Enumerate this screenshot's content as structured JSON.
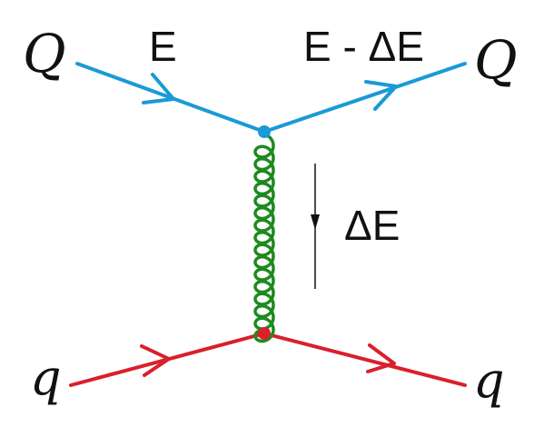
{
  "labels": {
    "incoming_heavy": "Q",
    "outgoing_heavy": "Q",
    "incoming_light": "q",
    "outgoing_light": "q",
    "initial_energy": "E",
    "final_energy": "E - ΔE",
    "transfer": "ΔE"
  },
  "colors": {
    "heavy_quark_line": "#1a9ad6",
    "light_quark_line": "#d9202b",
    "gluon": "#1e8a1e",
    "text": "#111111"
  }
}
